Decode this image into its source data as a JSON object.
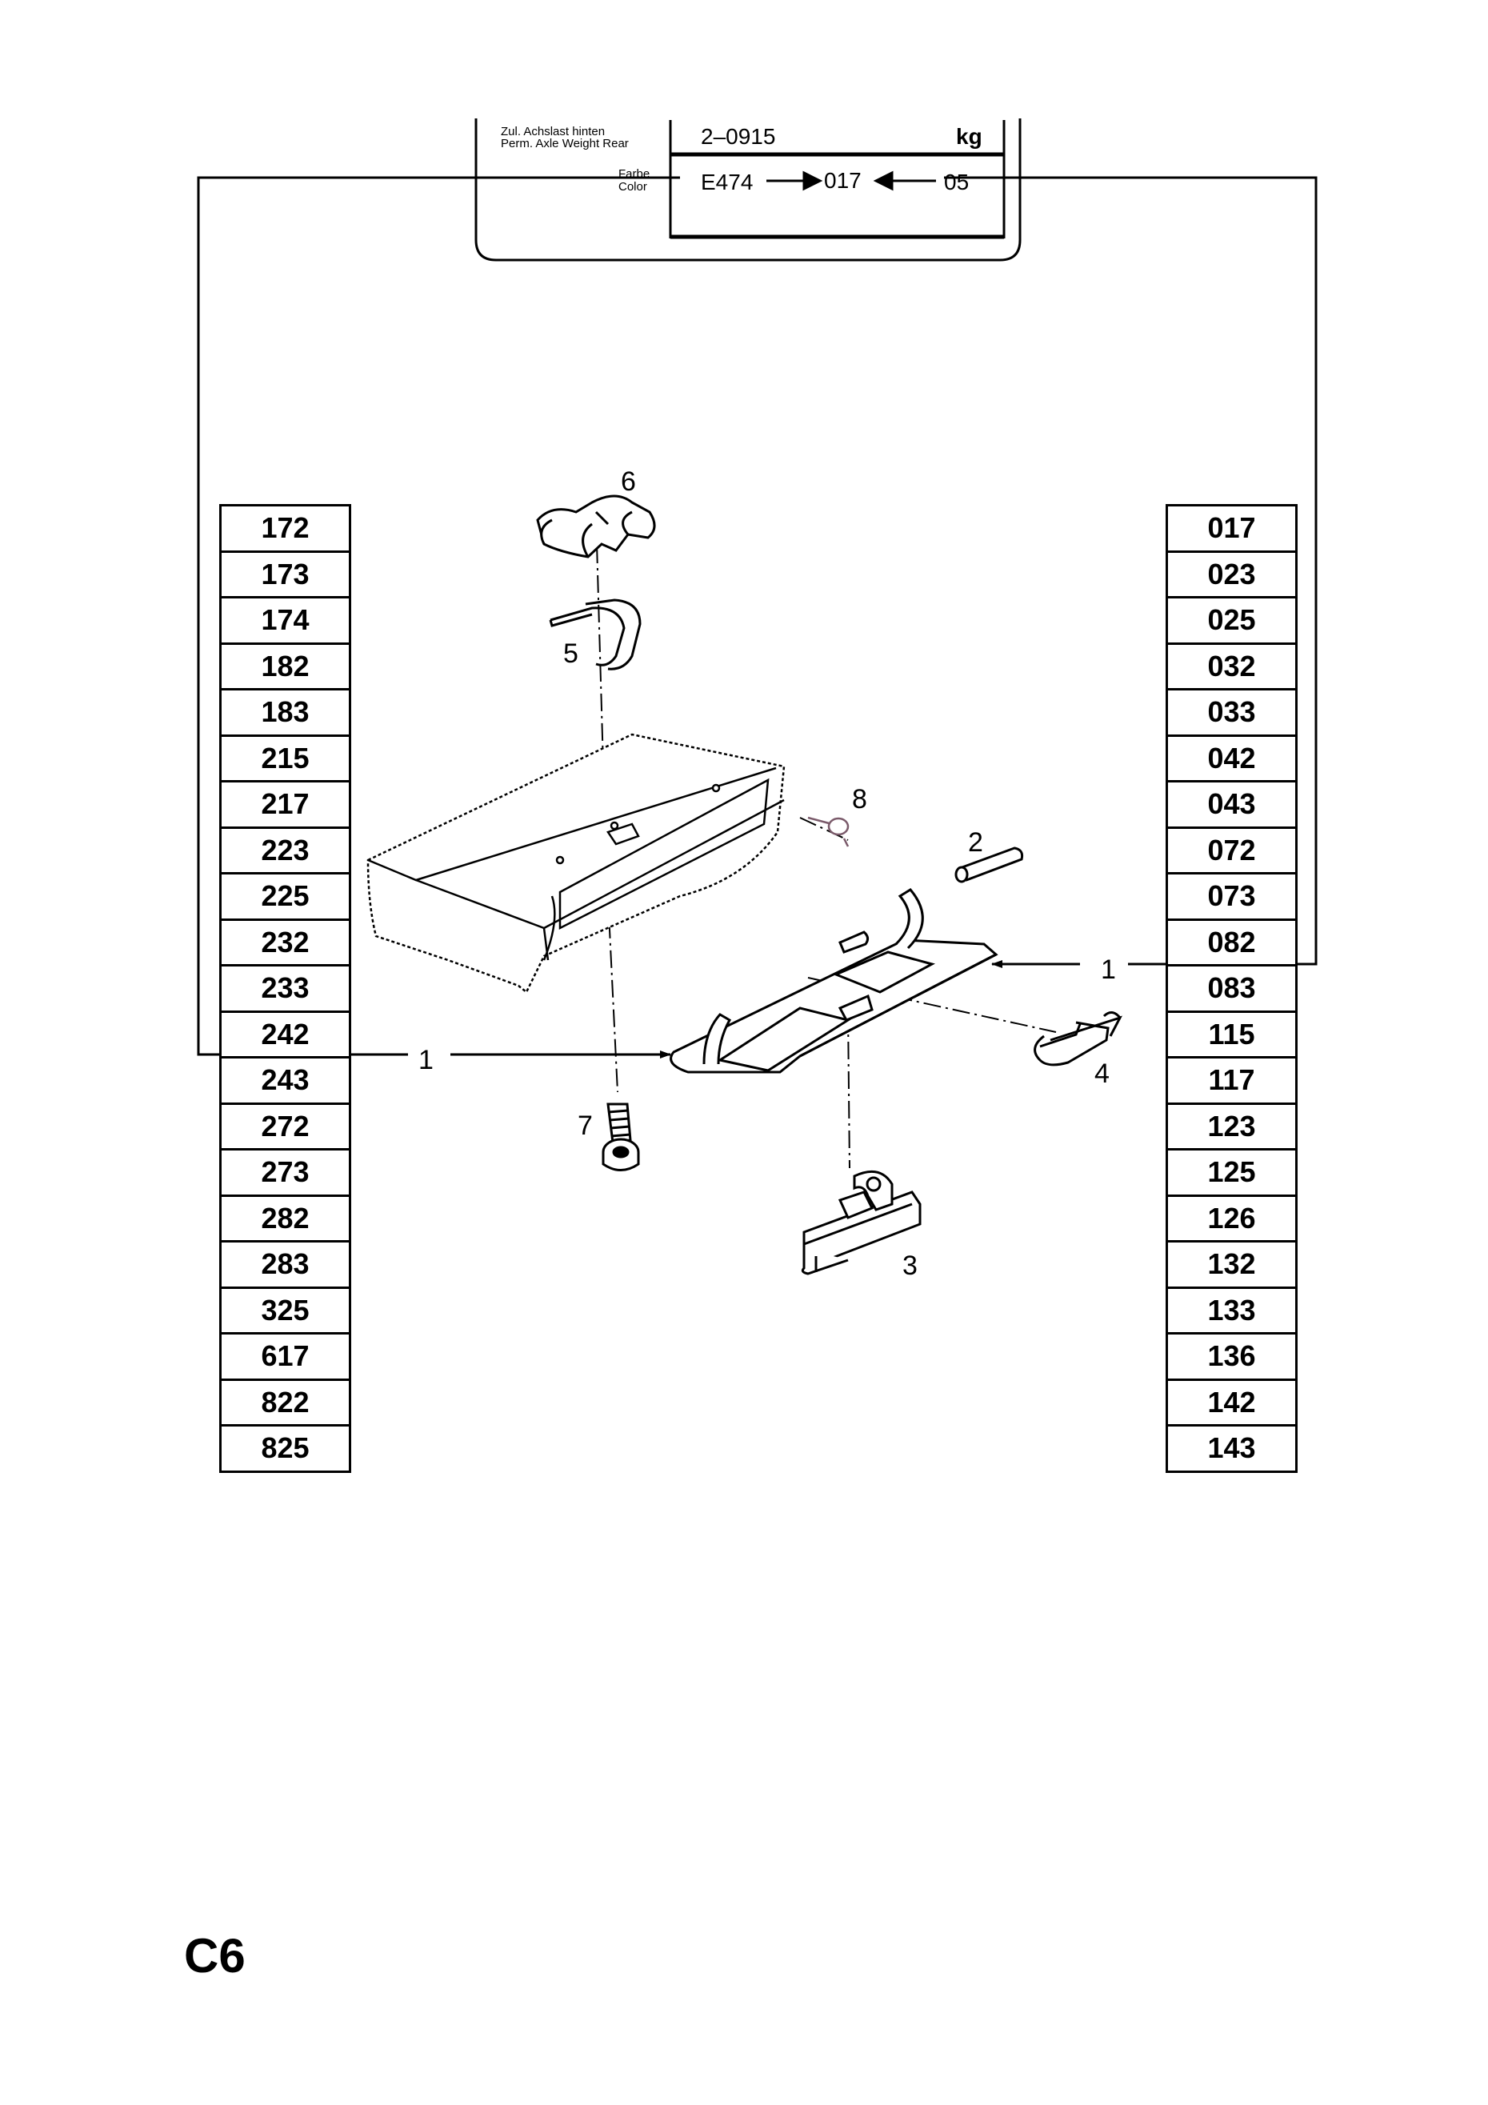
{
  "label_plate": {
    "axle_label_de": "Zul. Achslast hinten",
    "axle_label_en": "Perm. Axle Weight Rear",
    "axle_value": "2–0915",
    "axle_unit": "kg",
    "color_label_de": "Farbe",
    "color_label_en": "Color",
    "color_left": "E474",
    "color_mid": "017",
    "color_right": "05"
  },
  "left_codes": [
    "172",
    "173",
    "174",
    "182",
    "183",
    "215",
    "217",
    "223",
    "225",
    "232",
    "233",
    "242",
    "243",
    "272",
    "273",
    "282",
    "283",
    "325",
    "617",
    "822",
    "825"
  ],
  "right_codes": [
    "017",
    "023",
    "025",
    "032",
    "033",
    "042",
    "043",
    "072",
    "073",
    "082",
    "083",
    "115",
    "117",
    "123",
    "125",
    "126",
    "132",
    "133",
    "136",
    "142",
    "143"
  ],
  "callouts": {
    "c1_left": "1",
    "c1_right": "1",
    "c2": "2",
    "c3": "3",
    "c4": "4",
    "c5": "5",
    "c6": "6",
    "c7": "7",
    "c8": "8"
  },
  "page_code": "C6"
}
